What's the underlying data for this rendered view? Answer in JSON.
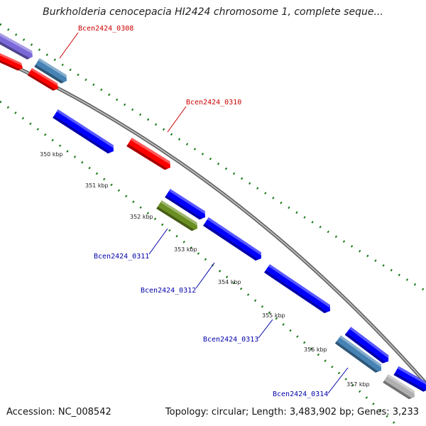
{
  "title": "Burkholderia cenocepacia HI2424 chromosome 1, complete seque...",
  "footer": {
    "accession": "Accession: NC_008542",
    "summary": "Topology: circular; Length: 3,483,902 bp; Genes: 3,233"
  },
  "colors": {
    "backbone": "#8c8c8c",
    "tick": "#1a7a1a",
    "forward_label": "#cc0000",
    "reverse_label": "#0000aa"
  },
  "kbp_ticks": [
    "350 kbp",
    "351 kbp",
    "352 kbp",
    "353 kbp",
    "354 kbp",
    "355 kbp",
    "356 kbp",
    "357 kbp"
  ],
  "gene_labels": [
    {
      "text": "Bcen2424_0308",
      "color": "#cc0000"
    },
    {
      "text": "Bcen2424_0310",
      "color": "#cc0000"
    },
    {
      "text": "Bcen2424_0311",
      "color": "#0000aa"
    },
    {
      "text": "Bcen2424_0312",
      "color": "#0000aa"
    },
    {
      "text": "Bcen2424_0313",
      "color": "#0000aa"
    },
    {
      "text": "Bcen2424_0314",
      "color": "#0000aa"
    }
  ],
  "genes": [
    {
      "color": "#7b68d8"
    },
    {
      "color": "#ff0000"
    },
    {
      "color": "#4682b4"
    },
    {
      "color": "#ff0000"
    },
    {
      "color": "#ff0000"
    },
    {
      "color": "#0000ff"
    },
    {
      "color": "#0000ff"
    },
    {
      "color": "#6b8e23"
    },
    {
      "color": "#0000ff"
    },
    {
      "color": "#0000ff"
    },
    {
      "color": "#0000ff"
    },
    {
      "color": "#4682b4"
    },
    {
      "color": "#0000ff"
    },
    {
      "color": "#b0b0b0"
    }
  ]
}
